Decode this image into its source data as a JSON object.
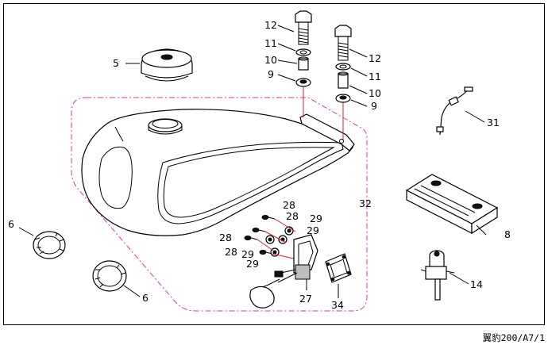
{
  "diagram": {
    "callouts": [
      {
        "id": "c12a",
        "text": "12"
      },
      {
        "id": "c11a",
        "text": "11"
      },
      {
        "id": "c10a",
        "text": "10"
      },
      {
        "id": "c9a",
        "text": "9"
      },
      {
        "id": "c12b",
        "text": "12"
      },
      {
        "id": "c11b",
        "text": "11"
      },
      {
        "id": "c10b",
        "text": "10"
      },
      {
        "id": "c9b",
        "text": "9"
      },
      {
        "id": "c5",
        "text": "5"
      },
      {
        "id": "c31",
        "text": "31"
      },
      {
        "id": "c32",
        "text": "32"
      },
      {
        "id": "c8",
        "text": "8"
      },
      {
        "id": "c6a",
        "text": "6"
      },
      {
        "id": "c6b",
        "text": "6"
      },
      {
        "id": "c28a",
        "text": "28"
      },
      {
        "id": "c28b",
        "text": "28"
      },
      {
        "id": "c28c",
        "text": "28"
      },
      {
        "id": "c28d",
        "text": "28"
      },
      {
        "id": "c29a",
        "text": "29"
      },
      {
        "id": "c29b",
        "text": "29"
      },
      {
        "id": "c29c",
        "text": "29"
      },
      {
        "id": "c29d",
        "text": "29"
      },
      {
        "id": "c27",
        "text": "27"
      },
      {
        "id": "c34",
        "text": "34"
      },
      {
        "id": "c14",
        "text": "14"
      }
    ],
    "footer_code": "翼豹200/A7/1",
    "colors": {
      "outline": "#000000",
      "group_boundary": "#d63aa6",
      "alignment_lines": "#d61f2c",
      "background": "#ffffff"
    }
  }
}
